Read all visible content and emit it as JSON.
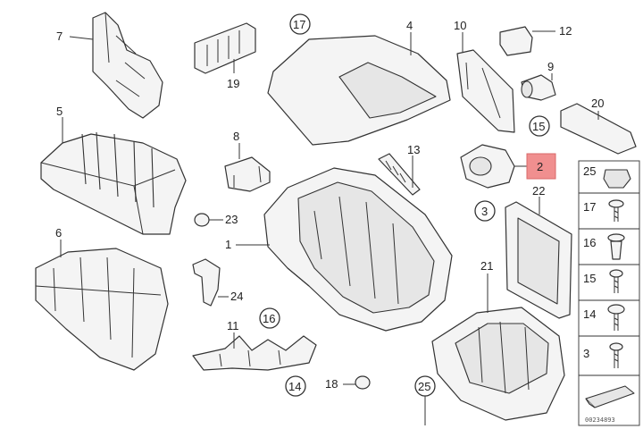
{
  "diagram": {
    "callouts": {
      "n1": "1",
      "n2": "2",
      "n3": "3",
      "n4": "4",
      "n5": "5",
      "n6": "6",
      "n7": "7",
      "n8": "8",
      "n9": "9",
      "n10": "10",
      "n11": "11",
      "n12": "12",
      "n13": "13",
      "n14": "14",
      "n15": "15",
      "n16": "16",
      "n17": "17",
      "n18": "18",
      "n19": "19",
      "n20": "20",
      "n21": "21",
      "n22": "22",
      "n23": "23",
      "n24": "24",
      "n25": "25"
    },
    "highlight_color": "#f08f8f",
    "fastener_panel": {
      "items": [
        "25",
        "17",
        "16",
        "15",
        "14",
        "3"
      ]
    },
    "image_code": "00234893"
  }
}
